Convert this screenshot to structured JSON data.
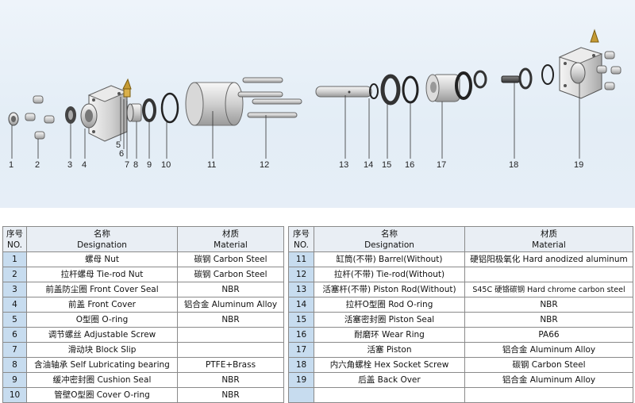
{
  "callouts": [
    "1",
    "2",
    "3",
    "4",
    "5",
    "6",
    "7",
    "8",
    "9",
    "10",
    "11",
    "12",
    "13",
    "14",
    "15",
    "16",
    "17",
    "18",
    "19"
  ],
  "table_headers": {
    "no_cn": "序号",
    "no_en": "NO.",
    "designation_cn": "名称",
    "designation_en": "Designation",
    "material_cn": "材质",
    "material_en": "Material"
  },
  "left_rows": [
    {
      "no": "1",
      "designation": "螺母 Nut",
      "material": "碳钢 Carbon Steel"
    },
    {
      "no": "2",
      "designation": "拉杆螺母 Tie-rod Nut",
      "material": "碳钢 Carbon Steel"
    },
    {
      "no": "3",
      "designation": "前盖防尘圈 Front Cover Seal",
      "material": "NBR"
    },
    {
      "no": "4",
      "designation": "前盖 Front Cover",
      "material": "铝合金 Aluminum Alloy"
    },
    {
      "no": "5",
      "designation": "O型圈 O-ring",
      "material": "NBR"
    },
    {
      "no": "6",
      "designation": "调节螺丝 Adjustable Screw",
      "material": ""
    },
    {
      "no": "7",
      "designation": "滑动块 Block Slip",
      "material": ""
    },
    {
      "no": "8",
      "designation": "含油轴承 Self Lubricating bearing",
      "material": "PTFE+Brass"
    },
    {
      "no": "9",
      "designation": "缓冲密封圈 Cushion Seal",
      "material": "NBR"
    },
    {
      "no": "10",
      "designation": "管壁O型圈 Cover O-ring",
      "material": "NBR"
    }
  ],
  "right_rows": [
    {
      "no": "11",
      "designation": "缸筒(不带) Barrel(Without)",
      "material": "硬铝阳极氧化 Hard anodized aluminum"
    },
    {
      "no": "12",
      "designation": "拉杆(不带) Tie-rod(Without)",
      "material": ""
    },
    {
      "no": "13",
      "designation": "活塞杆(不带) Piston Rod(Without)",
      "material": "S45C 硬铬碳钢 Hard chrome carbon steel"
    },
    {
      "no": "14",
      "designation": "拉杆O型圈 Rod O-ring",
      "material": "NBR"
    },
    {
      "no": "15",
      "designation": "活塞密封圈 Piston Seal",
      "material": "NBR"
    },
    {
      "no": "16",
      "designation": "耐磨环 Wear Ring",
      "material": "PA66"
    },
    {
      "no": "17",
      "designation": "活塞 Piston",
      "material": "铝合金 Aluminum Alloy"
    },
    {
      "no": "18",
      "designation": "内六角螺栓 Hex Socket Screw",
      "material": "碳钢 Carbon Steel"
    },
    {
      "no": "19",
      "designation": "后盖 Back Over",
      "material": "铝合金 Aluminum Alloy"
    },
    {
      "no": "",
      "designation": "",
      "material": ""
    }
  ]
}
